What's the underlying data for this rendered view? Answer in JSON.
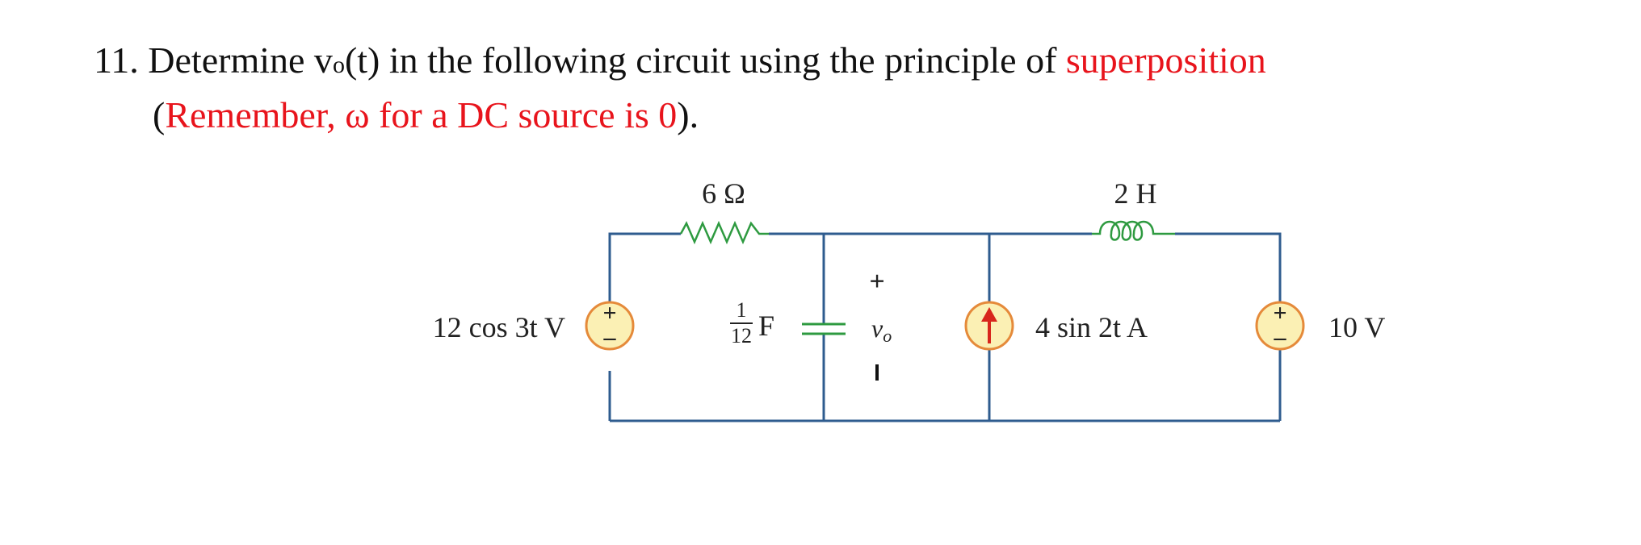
{
  "problem": {
    "number": "11.",
    "text_1": "Determine v",
    "subscript": "o",
    "text_2": "(t) in the following circuit using the principle of ",
    "highlight_1": "superposition",
    "paren_open": "(",
    "highlight_2": "Remember, ω for a DC source is 0",
    "paren_close": ")."
  },
  "circuit": {
    "resistor_label": "6 Ω",
    "inductor_label": "2 H",
    "capacitor_num": "1",
    "capacitor_den": "12",
    "capacitor_unit": "F",
    "voltage_source_1_label": "12 cos 3t V",
    "current_source_label": "4 sin 2t A",
    "voltage_source_2_label": "10 V",
    "vo_plus": "+",
    "vo_label": "v",
    "vo_sub": "o",
    "vo_minus": "–",
    "source_plus": "+",
    "source_minus": "–"
  },
  "colors": {
    "wire": "#2f5c8f",
    "component": "#2e9a40",
    "source_fill": "#fbf0b4",
    "source_ring": "#e58a3a",
    "accent_red": "#e8141c",
    "arrow": "#d8261c"
  }
}
